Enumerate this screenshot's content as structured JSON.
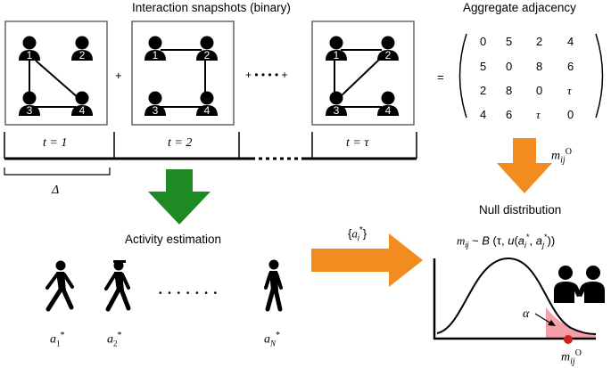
{
  "titles": {
    "snapshots": "Interaction snapshots (binary)",
    "aggregate": "Aggregate adjacency",
    "activity": "Activity estimation",
    "null_dist": "Null distribution"
  },
  "operators": {
    "plus1": "+",
    "plus2": "+ • • • • +",
    "equals": "="
  },
  "nodes": [
    "1",
    "2",
    "3",
    "4"
  ],
  "time_labels": [
    "t = 1",
    "t = 2",
    "t = τ"
  ],
  "delta_label": "Δ",
  "matrix": [
    [
      "0",
      "5",
      "2",
      "4"
    ],
    [
      "5",
      "0",
      "8",
      "6"
    ],
    [
      "2",
      "8",
      "0",
      "τ"
    ],
    [
      "4",
      "6",
      "τ",
      "0"
    ]
  ],
  "m_obs_label": "m_ij^O",
  "activity_set": "{a_i*}",
  "walker_labels": [
    "a_1*",
    "a_2*",
    "a_N*"
  ],
  "dots": "• • • • • • •",
  "formula": "m_ij ~ B (τ, u(a_i*, a_j*))",
  "alpha": "α",
  "colors": {
    "green": "#1e8a24",
    "orange": "#f28c1e",
    "tail": "#f4a0a8",
    "dot": "#d0201e"
  },
  "icons": [
    "person-icon",
    "walker-icon",
    "couple-icon",
    "down-arrow-icon",
    "right-arrow-icon"
  ]
}
